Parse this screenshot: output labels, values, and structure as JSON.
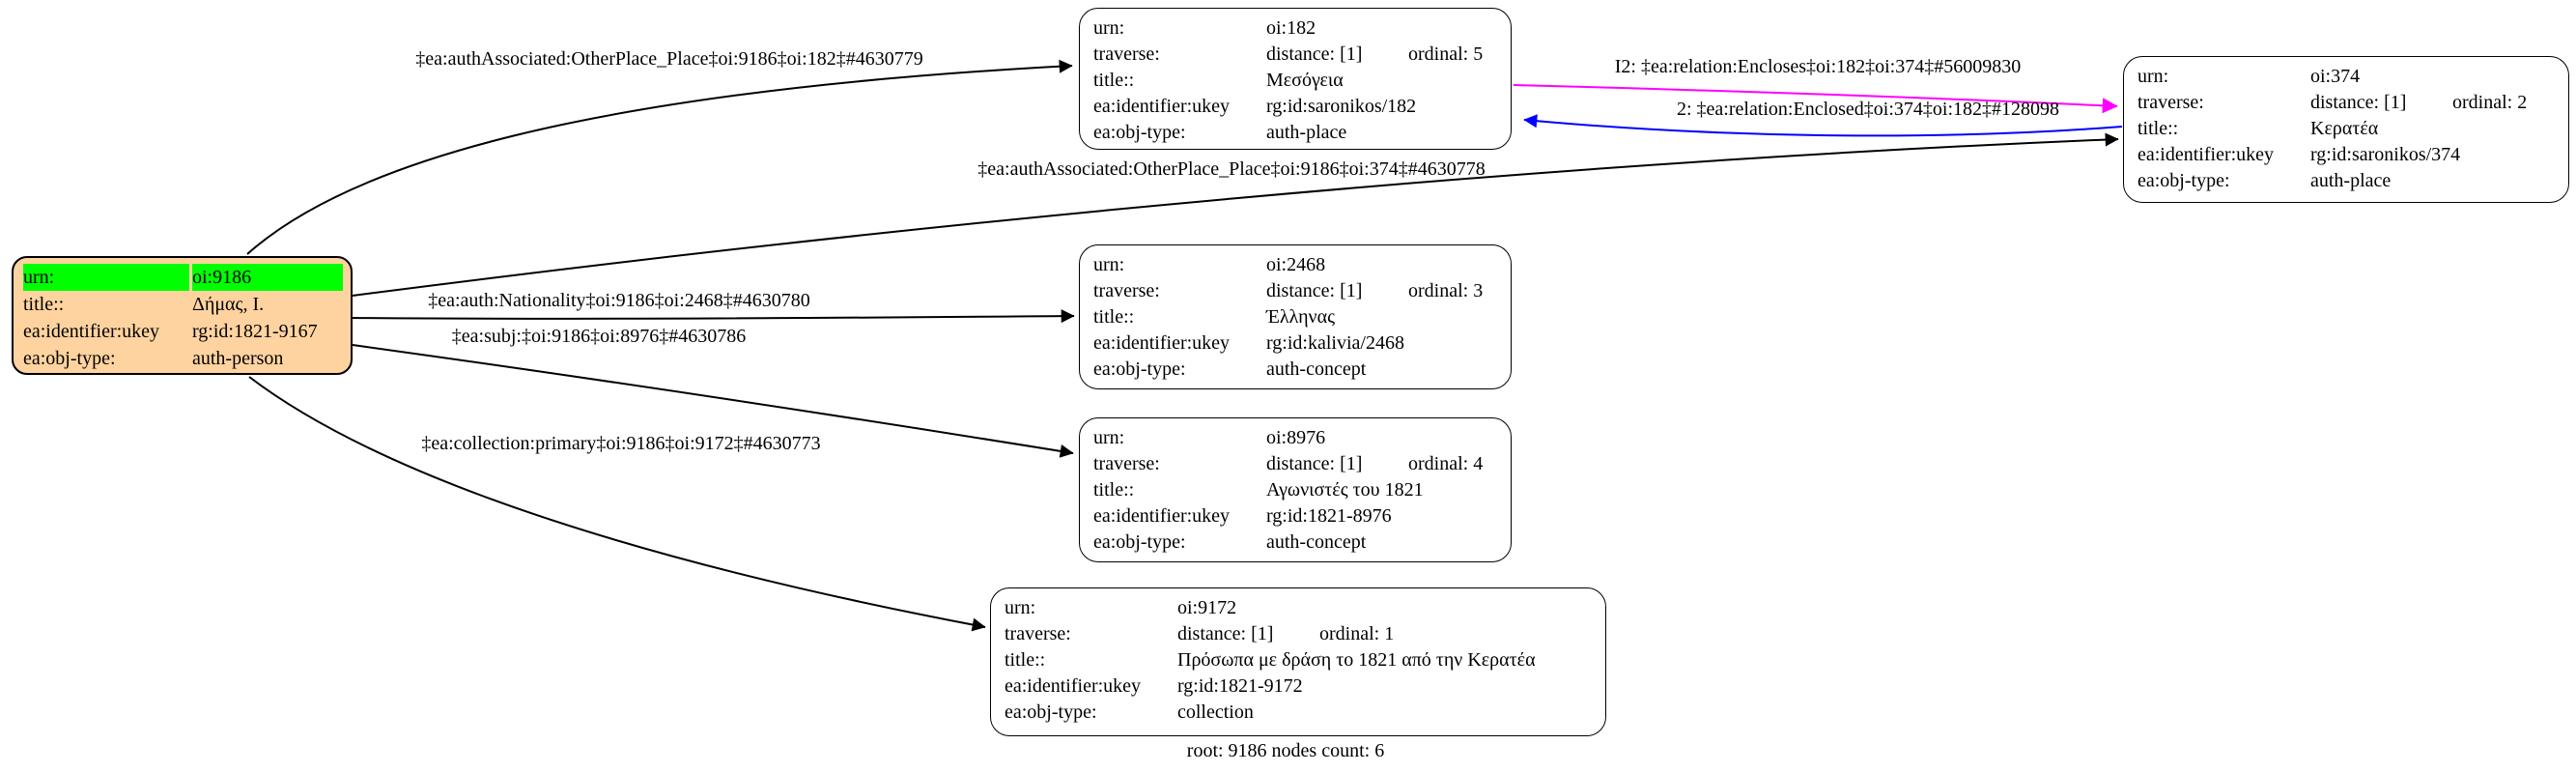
{
  "caption": "root: 9186 nodes count: 6",
  "colors": {
    "root_fill": "#ffd39f",
    "highlight_green": "#00ff00",
    "edge_black": "#000000",
    "edge_magenta": "#ff00ff",
    "edge_blue": "#0000ff"
  },
  "root_node": {
    "urn_label": "urn:",
    "urn_value": "oi:9186",
    "title_label": "title::",
    "title_value": "Δήμας, Ι.",
    "ukey_label": "ea:identifier:ukey",
    "ukey_value": "rg:id:1821-9167",
    "objtype_label": "ea:obj-type:",
    "objtype_value": "auth-person"
  },
  "nodes": [
    {
      "urn_label": "urn:",
      "urn_value": "oi:182",
      "traverse_label": "traverse:",
      "distance": "distance: [1]",
      "ordinal": "ordinal: 5",
      "title_label": "title::",
      "title_value": "Μεσόγεια",
      "ukey_label": "ea:identifier:ukey",
      "ukey_value": "rg:id:saronikos/182",
      "objtype_label": "ea:obj-type:",
      "objtype_value": "auth-place"
    },
    {
      "urn_label": "urn:",
      "urn_value": "oi:374",
      "traverse_label": "traverse:",
      "distance": "distance: [1]",
      "ordinal": "ordinal: 2",
      "title_label": "title::",
      "title_value": "Κερατέα",
      "ukey_label": "ea:identifier:ukey",
      "ukey_value": "rg:id:saronikos/374",
      "objtype_label": "ea:obj-type:",
      "objtype_value": "auth-place"
    },
    {
      "urn_label": "urn:",
      "urn_value": "oi:2468",
      "traverse_label": "traverse:",
      "distance": "distance: [1]",
      "ordinal": "ordinal: 3",
      "title_label": "title::",
      "title_value": "Έλληνας",
      "ukey_label": "ea:identifier:ukey",
      "ukey_value": "rg:id:kalivia/2468",
      "objtype_label": "ea:obj-type:",
      "objtype_value": "auth-concept"
    },
    {
      "urn_label": "urn:",
      "urn_value": "oi:8976",
      "traverse_label": "traverse:",
      "distance": "distance: [1]",
      "ordinal": "ordinal: 4",
      "title_label": "title::",
      "title_value": "Αγωνιστές του 1821",
      "ukey_label": "ea:identifier:ukey",
      "ukey_value": "rg:id:1821-8976",
      "objtype_label": "ea:obj-type:",
      "objtype_value": "auth-concept"
    },
    {
      "urn_label": "urn:",
      "urn_value": "oi:9172",
      "traverse_label": "traverse:",
      "distance": "distance: [1]",
      "ordinal": "ordinal: 1",
      "title_label": "title::",
      "title_value": "Πρόσωπα με δράση το 1821 από την Κερατέα",
      "ukey_label": "ea:identifier:ukey",
      "ukey_value": "rg:id:1821-9172",
      "objtype_label": "ea:obj-type:",
      "objtype_value": "collection"
    }
  ],
  "edge_labels": {
    "assoc_182": "‡ea:authAssociated:OtherPlace_Place‡oi:9186‡oi:182‡#4630779",
    "assoc_374": "‡ea:authAssociated:OtherPlace_Place‡oi:9186‡oi:374‡#4630778",
    "encloses": "I2: ‡ea:relation:Encloses‡oi:182‡oi:374‡#56009830",
    "enclosed": "2: ‡ea:relation:Enclosed‡oi:374‡oi:182‡#128098",
    "nationality": "‡ea:auth:Nationality‡oi:9186‡oi:2468‡#4630780",
    "subj": "‡ea:subj:‡oi:9186‡oi:8976‡#4630786",
    "collection": "‡ea:collection:primary‡oi:9186‡oi:9172‡#4630773"
  }
}
